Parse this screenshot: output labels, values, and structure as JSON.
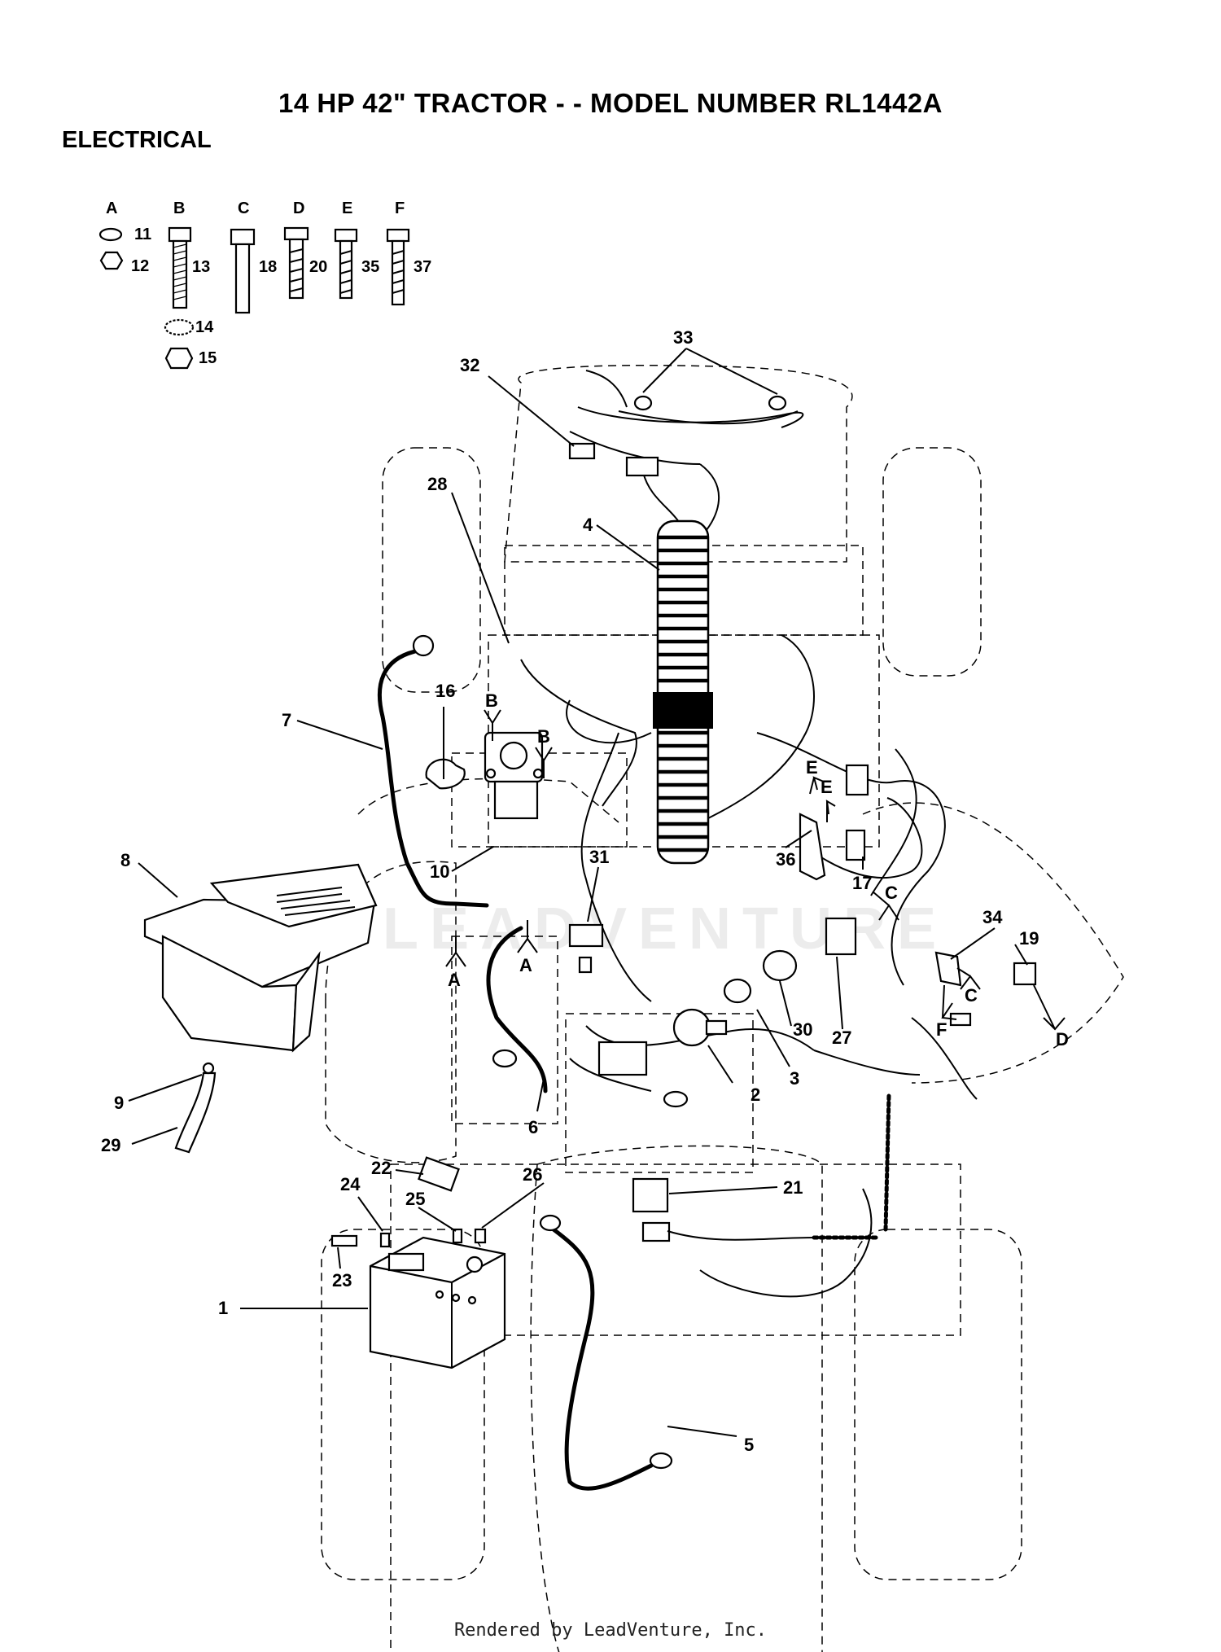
{
  "header": {
    "title": "14 HP 42\" TRACTOR - - MODEL NUMBER RL1442A",
    "section": "ELECTRICAL"
  },
  "watermark": "LEADVENTURE",
  "footer": "Rendered by LeadVenture, Inc.",
  "hardware_key": {
    "A": [
      "11",
      "12"
    ],
    "B": [
      "13",
      "14",
      "15"
    ],
    "C": [
      "18"
    ],
    "D": [
      "20"
    ],
    "E": [
      "35"
    ],
    "F": [
      "37"
    ]
  },
  "callouts": [
    "1",
    "2",
    "3",
    "4",
    "5",
    "6",
    "7",
    "8",
    "9",
    "10",
    "16",
    "17",
    "19",
    "21",
    "22",
    "23",
    "24",
    "25",
    "26",
    "27",
    "28",
    "29",
    "30",
    "31",
    "32",
    "33",
    "34",
    "36"
  ],
  "hardware_refs": [
    "A",
    "A",
    "B",
    "B",
    "C",
    "C",
    "D",
    "E",
    "E",
    "F"
  ]
}
